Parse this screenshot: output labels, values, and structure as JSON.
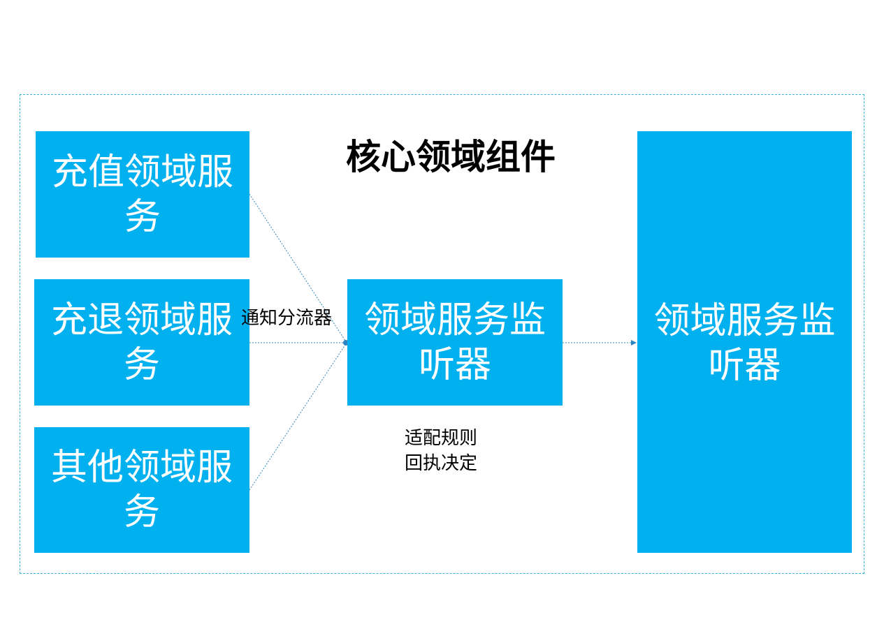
{
  "title": "核心领域组件",
  "boxes": {
    "recharge": "充值领域服务",
    "refund": "充退领域服务",
    "other": "其他领域服务",
    "listener": "领域服务监听器",
    "right": "领域服务监听器"
  },
  "labels": {
    "dispatcher": "通知分流器",
    "rules_line1": "适配规则",
    "rules_line2": "回执决定"
  },
  "colors": {
    "box_fill": "#00b0ef",
    "box_text": "#ffffff",
    "connector": "#2e86c1",
    "frame_border": "#3bb0d9"
  }
}
